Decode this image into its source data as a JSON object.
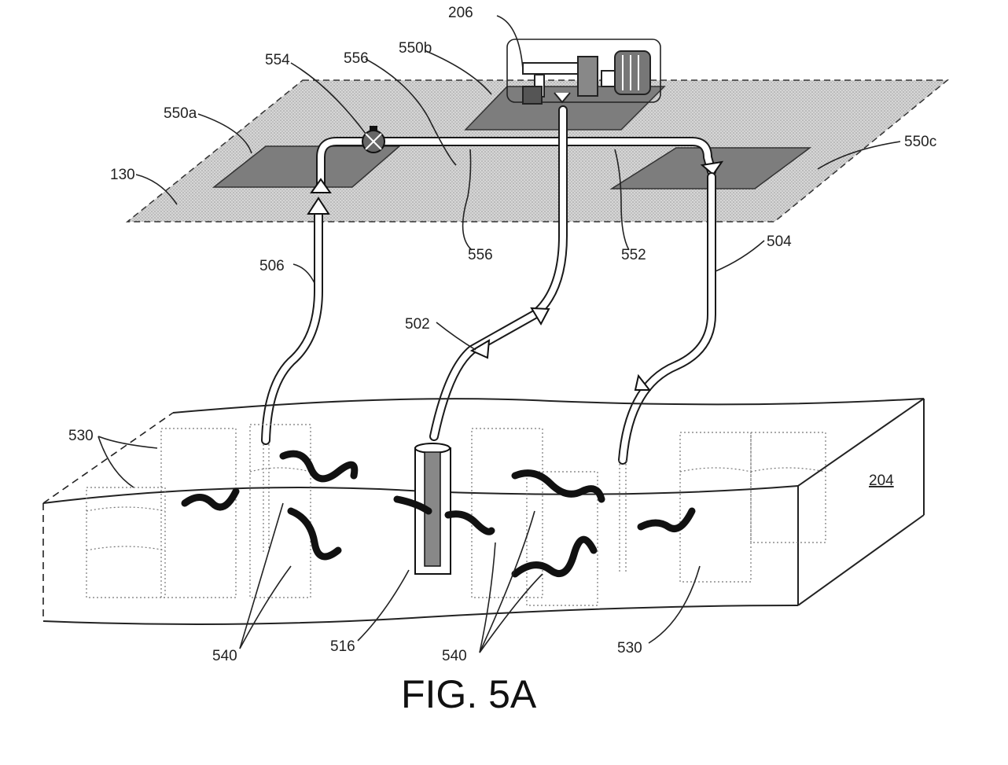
{
  "figure": {
    "caption": "FIG. 5A",
    "refs": {
      "surface": "130",
      "formation": "204",
      "facility": "206",
      "wellbore_502": "502",
      "wellbore_504": "504",
      "wellbore_506": "506",
      "casing": "516",
      "fractures_left": "530",
      "fractures_right": "530",
      "microbes_left": "540",
      "microbes_right": "540",
      "pad_a": "550a",
      "pad_b": "550b",
      "pad_c": "550c",
      "flowline": "552",
      "pump": "554",
      "line_upper": "556",
      "line_lower": "556"
    }
  }
}
